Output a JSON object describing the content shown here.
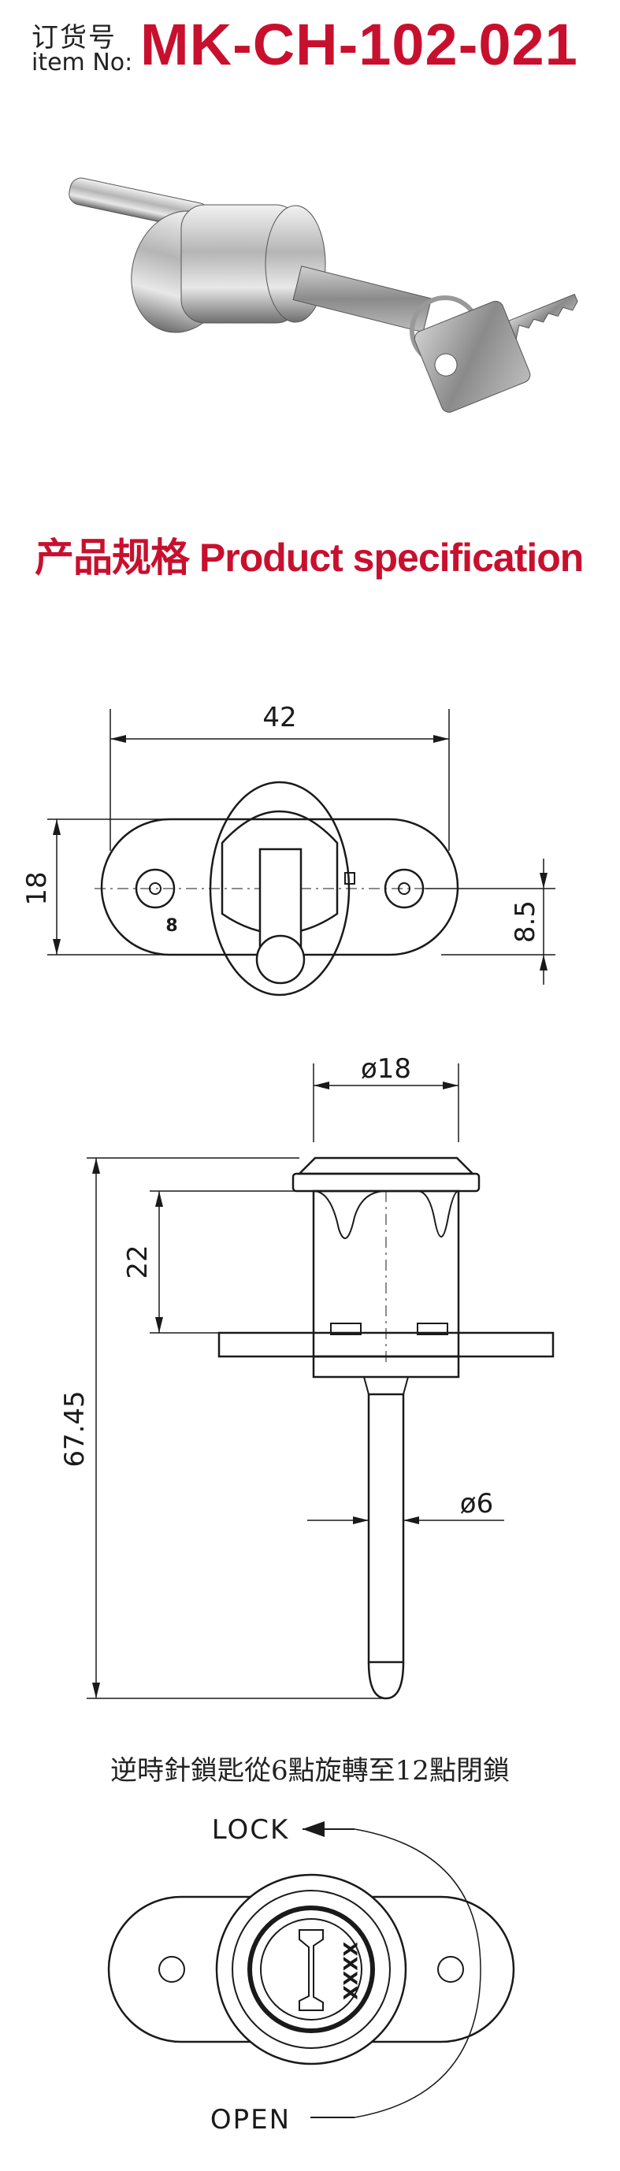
{
  "header": {
    "label_cn": "订货号",
    "label_en": "item No:",
    "model": "MK-CH-102-021"
  },
  "photo": {
    "description_icon": "lock-with-keys-photo"
  },
  "spec_title": "产品规格 Product specification",
  "front_view": {
    "width_label": "42",
    "height_label": "18",
    "offset_label": "8.5",
    "mark": "8"
  },
  "side_view": {
    "diameter_label": "ø18",
    "height_label": "22",
    "total_label": "67.45",
    "shaft_label": "ø6"
  },
  "rotation": {
    "caption": "逆時針鎖匙從6點旋轉至12點閉鎖",
    "lock_label": "LOCK",
    "open_label": "OPEN",
    "code_label": "XXXX"
  },
  "colors": {
    "accent": "#c8102e",
    "line": "#1a1a1a"
  }
}
